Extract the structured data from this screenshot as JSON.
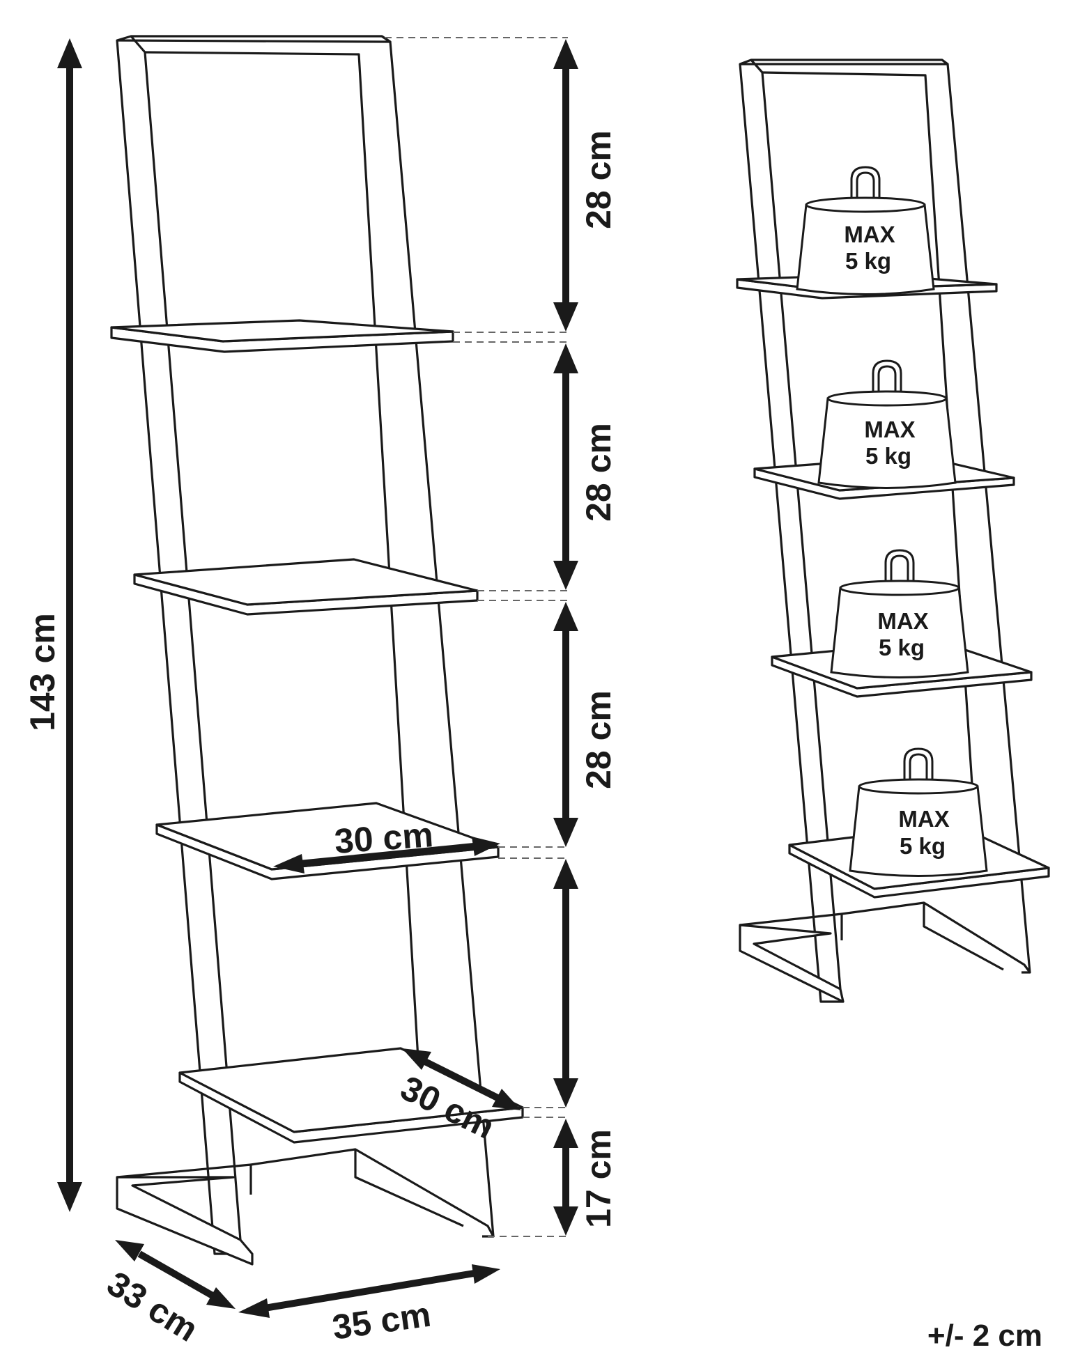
{
  "dimensions": {
    "total_height": "143 cm",
    "shelf_gap_1": "28 cm",
    "shelf_gap_2": "28 cm",
    "shelf_gap_3": "28 cm",
    "bottom_height": "17 cm",
    "shelf_width": "30 cm",
    "shelf_depth": "30 cm",
    "base_depth": "33 cm",
    "base_width": "35 cm"
  },
  "load_labels": [
    {
      "line1": "MAX",
      "line2": "5 kg"
    },
    {
      "line1": "MAX",
      "line2": "5 kg"
    },
    {
      "line1": "MAX",
      "line2": "5 kg"
    },
    {
      "line1": "MAX",
      "line2": "5 kg"
    }
  ],
  "tolerance": "+/- 2 cm",
  "colors": {
    "line": "#1a1a1a",
    "background": "#ffffff",
    "dash": "#666666"
  }
}
